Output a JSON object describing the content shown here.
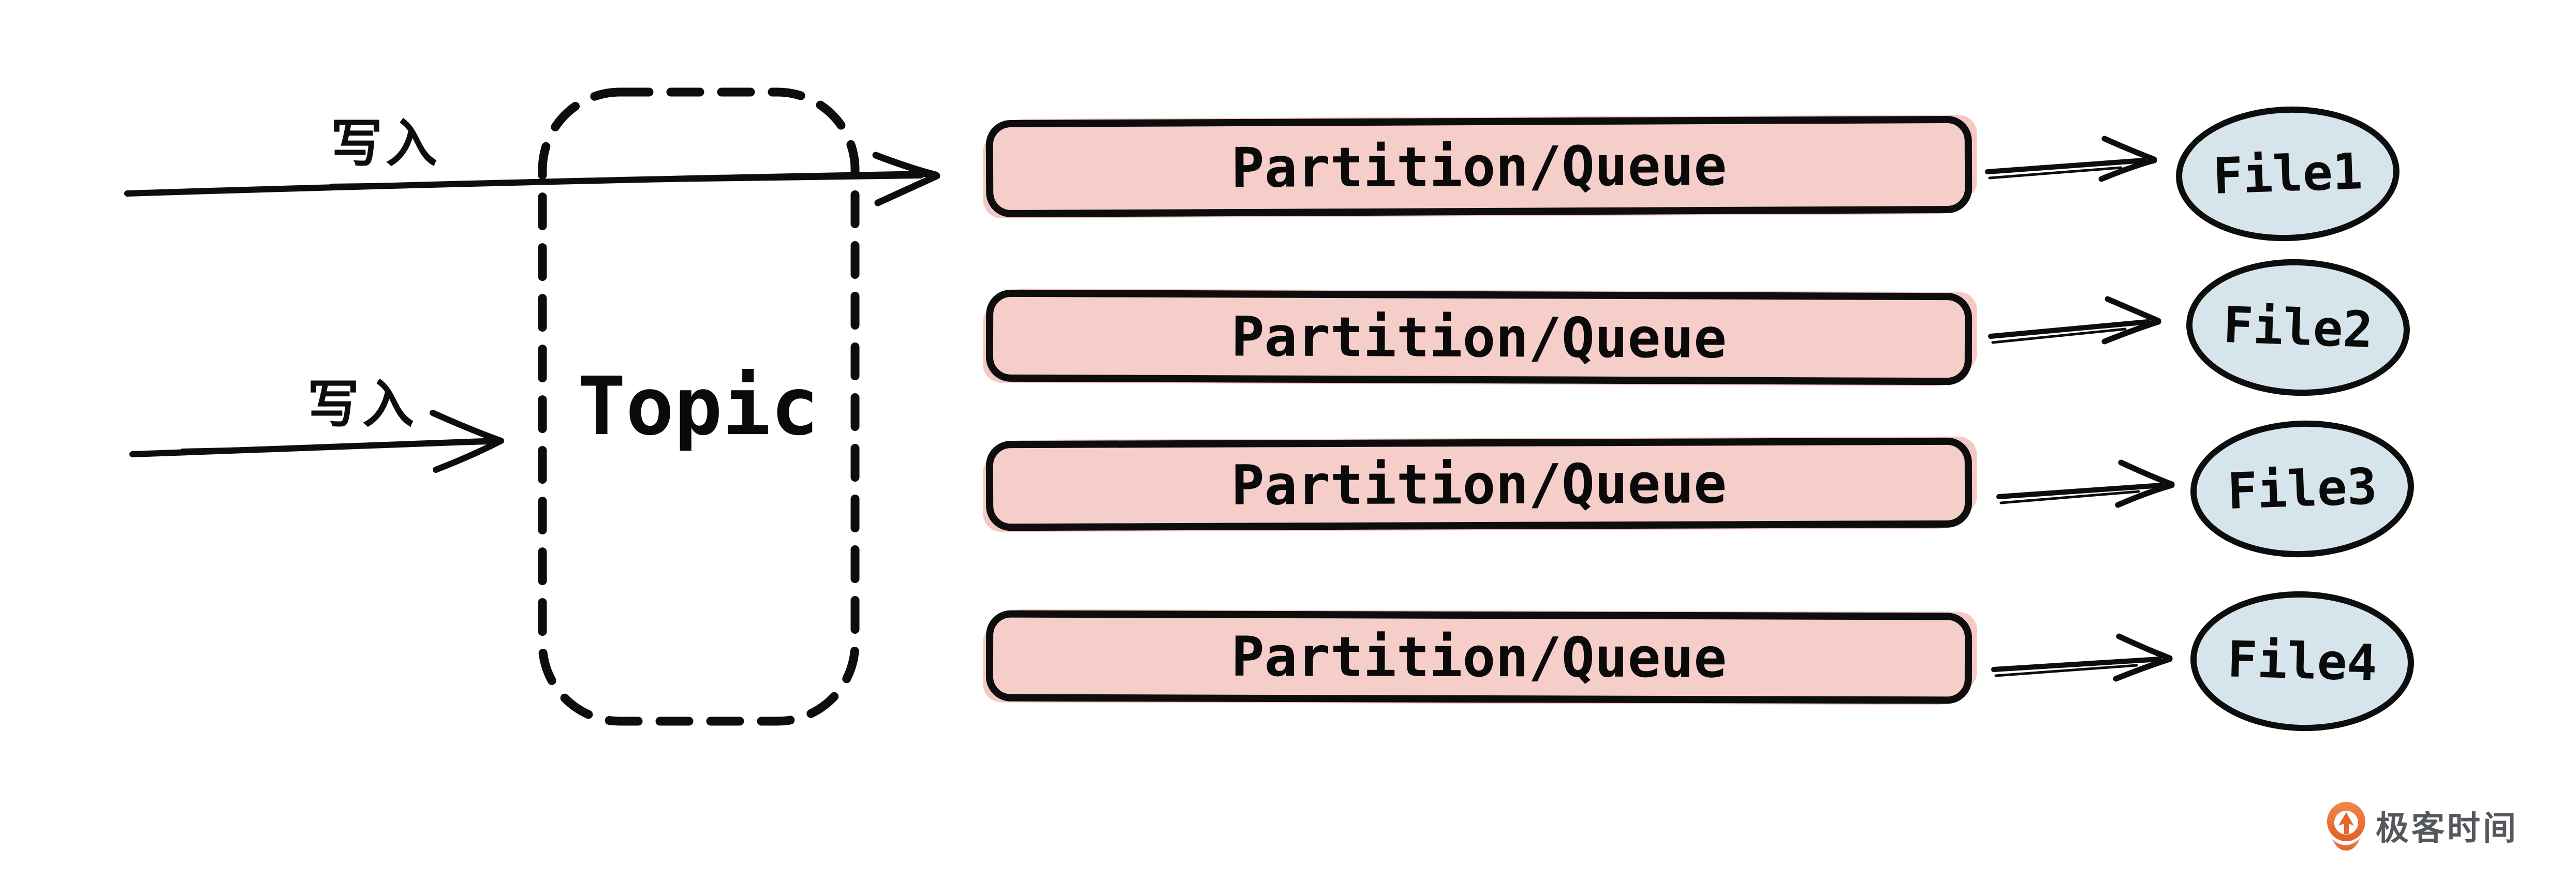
{
  "diagram": {
    "write_label_1": "写入",
    "write_label_2": "写入",
    "topic_label": "Topic",
    "partitions": [
      {
        "label": "Partition/Queue"
      },
      {
        "label": "Partition/Queue"
      },
      {
        "label": "Partition/Queue"
      },
      {
        "label": "Partition/Queue"
      }
    ],
    "files": [
      {
        "label": "File1"
      },
      {
        "label": "File2"
      },
      {
        "label": "File3"
      },
      {
        "label": "File4"
      }
    ],
    "colors": {
      "partition_fill": "#f5cdc9",
      "file_fill": "#d6e4ec",
      "stroke": "#0d0d0d",
      "background": "#ffffff"
    }
  },
  "footer": {
    "brand_text": "极客时间",
    "brand_text_color": "#54575c",
    "brand_orange": "#e86a2e"
  }
}
